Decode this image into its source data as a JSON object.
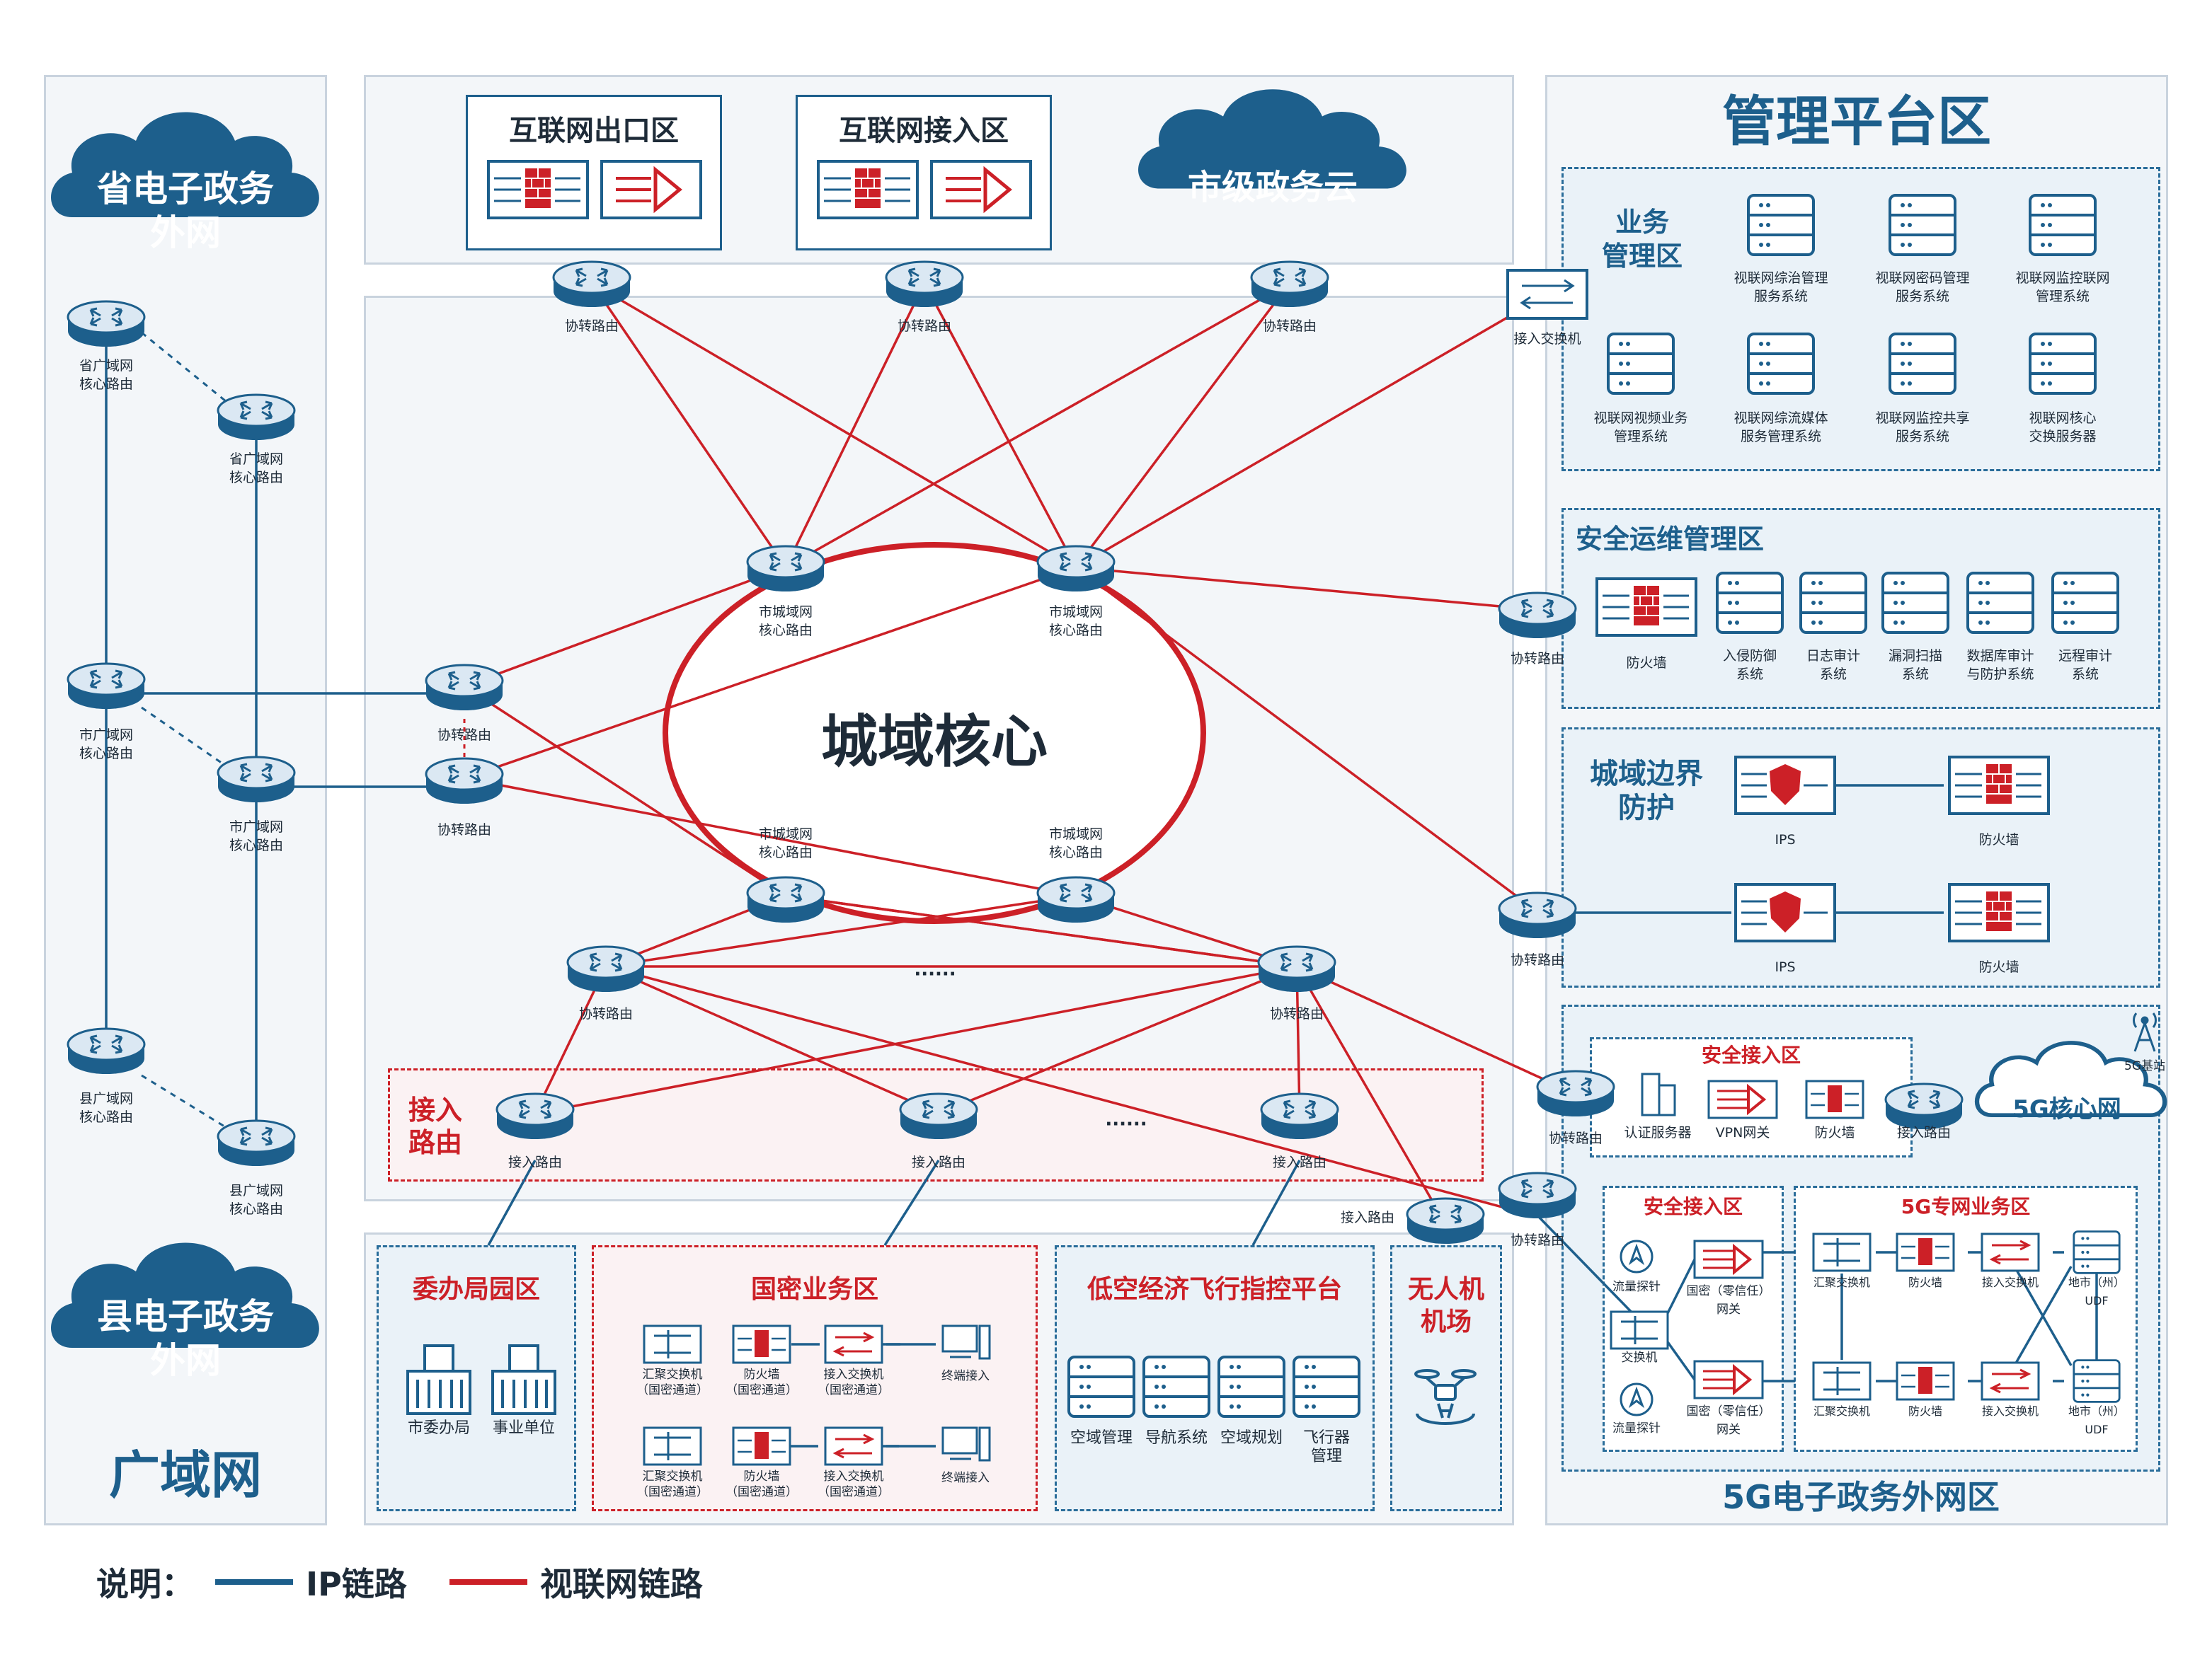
{
  "colors": {
    "ip_link": "#1d5f8c",
    "video_link": "#cc2027",
    "zone_bg": "#eaf2f8"
  },
  "areas": {
    "internet_exit": "互联网出口区",
    "internet_access": "互联网接入区",
    "city_cloud": "市级政务云",
    "province_extranet": "省电子政务\n外网",
    "county_extranet": "县电子政务\n外网",
    "wan": "广域网",
    "city_core": "城域核心",
    "access_routing": "接入\n路由",
    "mgmt_platform": "管理平台区",
    "business_mgmt": "业务\n管理区",
    "security_ops": "安全运维管理区",
    "city_border": "城域边界\n防护",
    "secure_access_5g": "安全接入区",
    "core_5g": "5G核心网",
    "base_station_5g": "5G基站",
    "secure_access_lower": "安全接入区",
    "private_biz_5g": "5G专网业务区",
    "extranet_5g": "5G电子政务外网区",
    "committee_park": "委办局园区",
    "crypto_biz": "国密业务区",
    "low_altitude": "低空经济飞行指控平台",
    "drone_airport": "无人机\n机场"
  },
  "labels": {
    "xz_router": "协转路由",
    "access_switch": "接入交换机",
    "access_router": "接入路由",
    "prov_core": "省广域网\n核心路由",
    "city_wan_core": "市广域网\n核心路由",
    "county_core": "县广域网\n核心路由",
    "metro_core": "市城域网\n核心路由",
    "ellipsis": "······",
    "firewall": "防火墙",
    "ips": "IPS",
    "auth_server": "认证服务器",
    "vpn_gateway": "VPN网关",
    "probe": "流量探针",
    "switch": "交换机",
    "gm_gateway": "国密（零信任）\n网关",
    "agg_switch": "汇聚交换机",
    "access_sw": "接入交换机",
    "udf": "地市（州）\nUDF",
    "gm_agg": "汇聚交换机\n（国密通道）",
    "gm_fw": "防火墙\n（国密通道）",
    "gm_access": "接入交换机\n（国密通道）",
    "terminal": "终端接入",
    "party_office": "市委办局",
    "public_unit": "事业单位"
  },
  "business_servers": [
    "视联网综治管理\n服务系统",
    "视联网密码管理\n服务系统",
    "视联网监控联网\n管理系统",
    "视联网视频业务\n管理系统",
    "视联网综流媒体\n服务管理系统",
    "视联网监控共享\n服务系统",
    "视联网核心\n交换服务器"
  ],
  "security_servers": [
    "入侵防御\n系统",
    "日志审计\n系统",
    "漏洞扫描\n系统",
    "数据库审计\n与防护系统",
    "远程审计\n系统"
  ],
  "low_altitude_items": [
    "空域管理",
    "导航系统",
    "空域规划",
    "飞行器\n管理"
  ],
  "legend": {
    "prefix": "说明：",
    "ip": "IP链路",
    "video": "视联网链路"
  }
}
